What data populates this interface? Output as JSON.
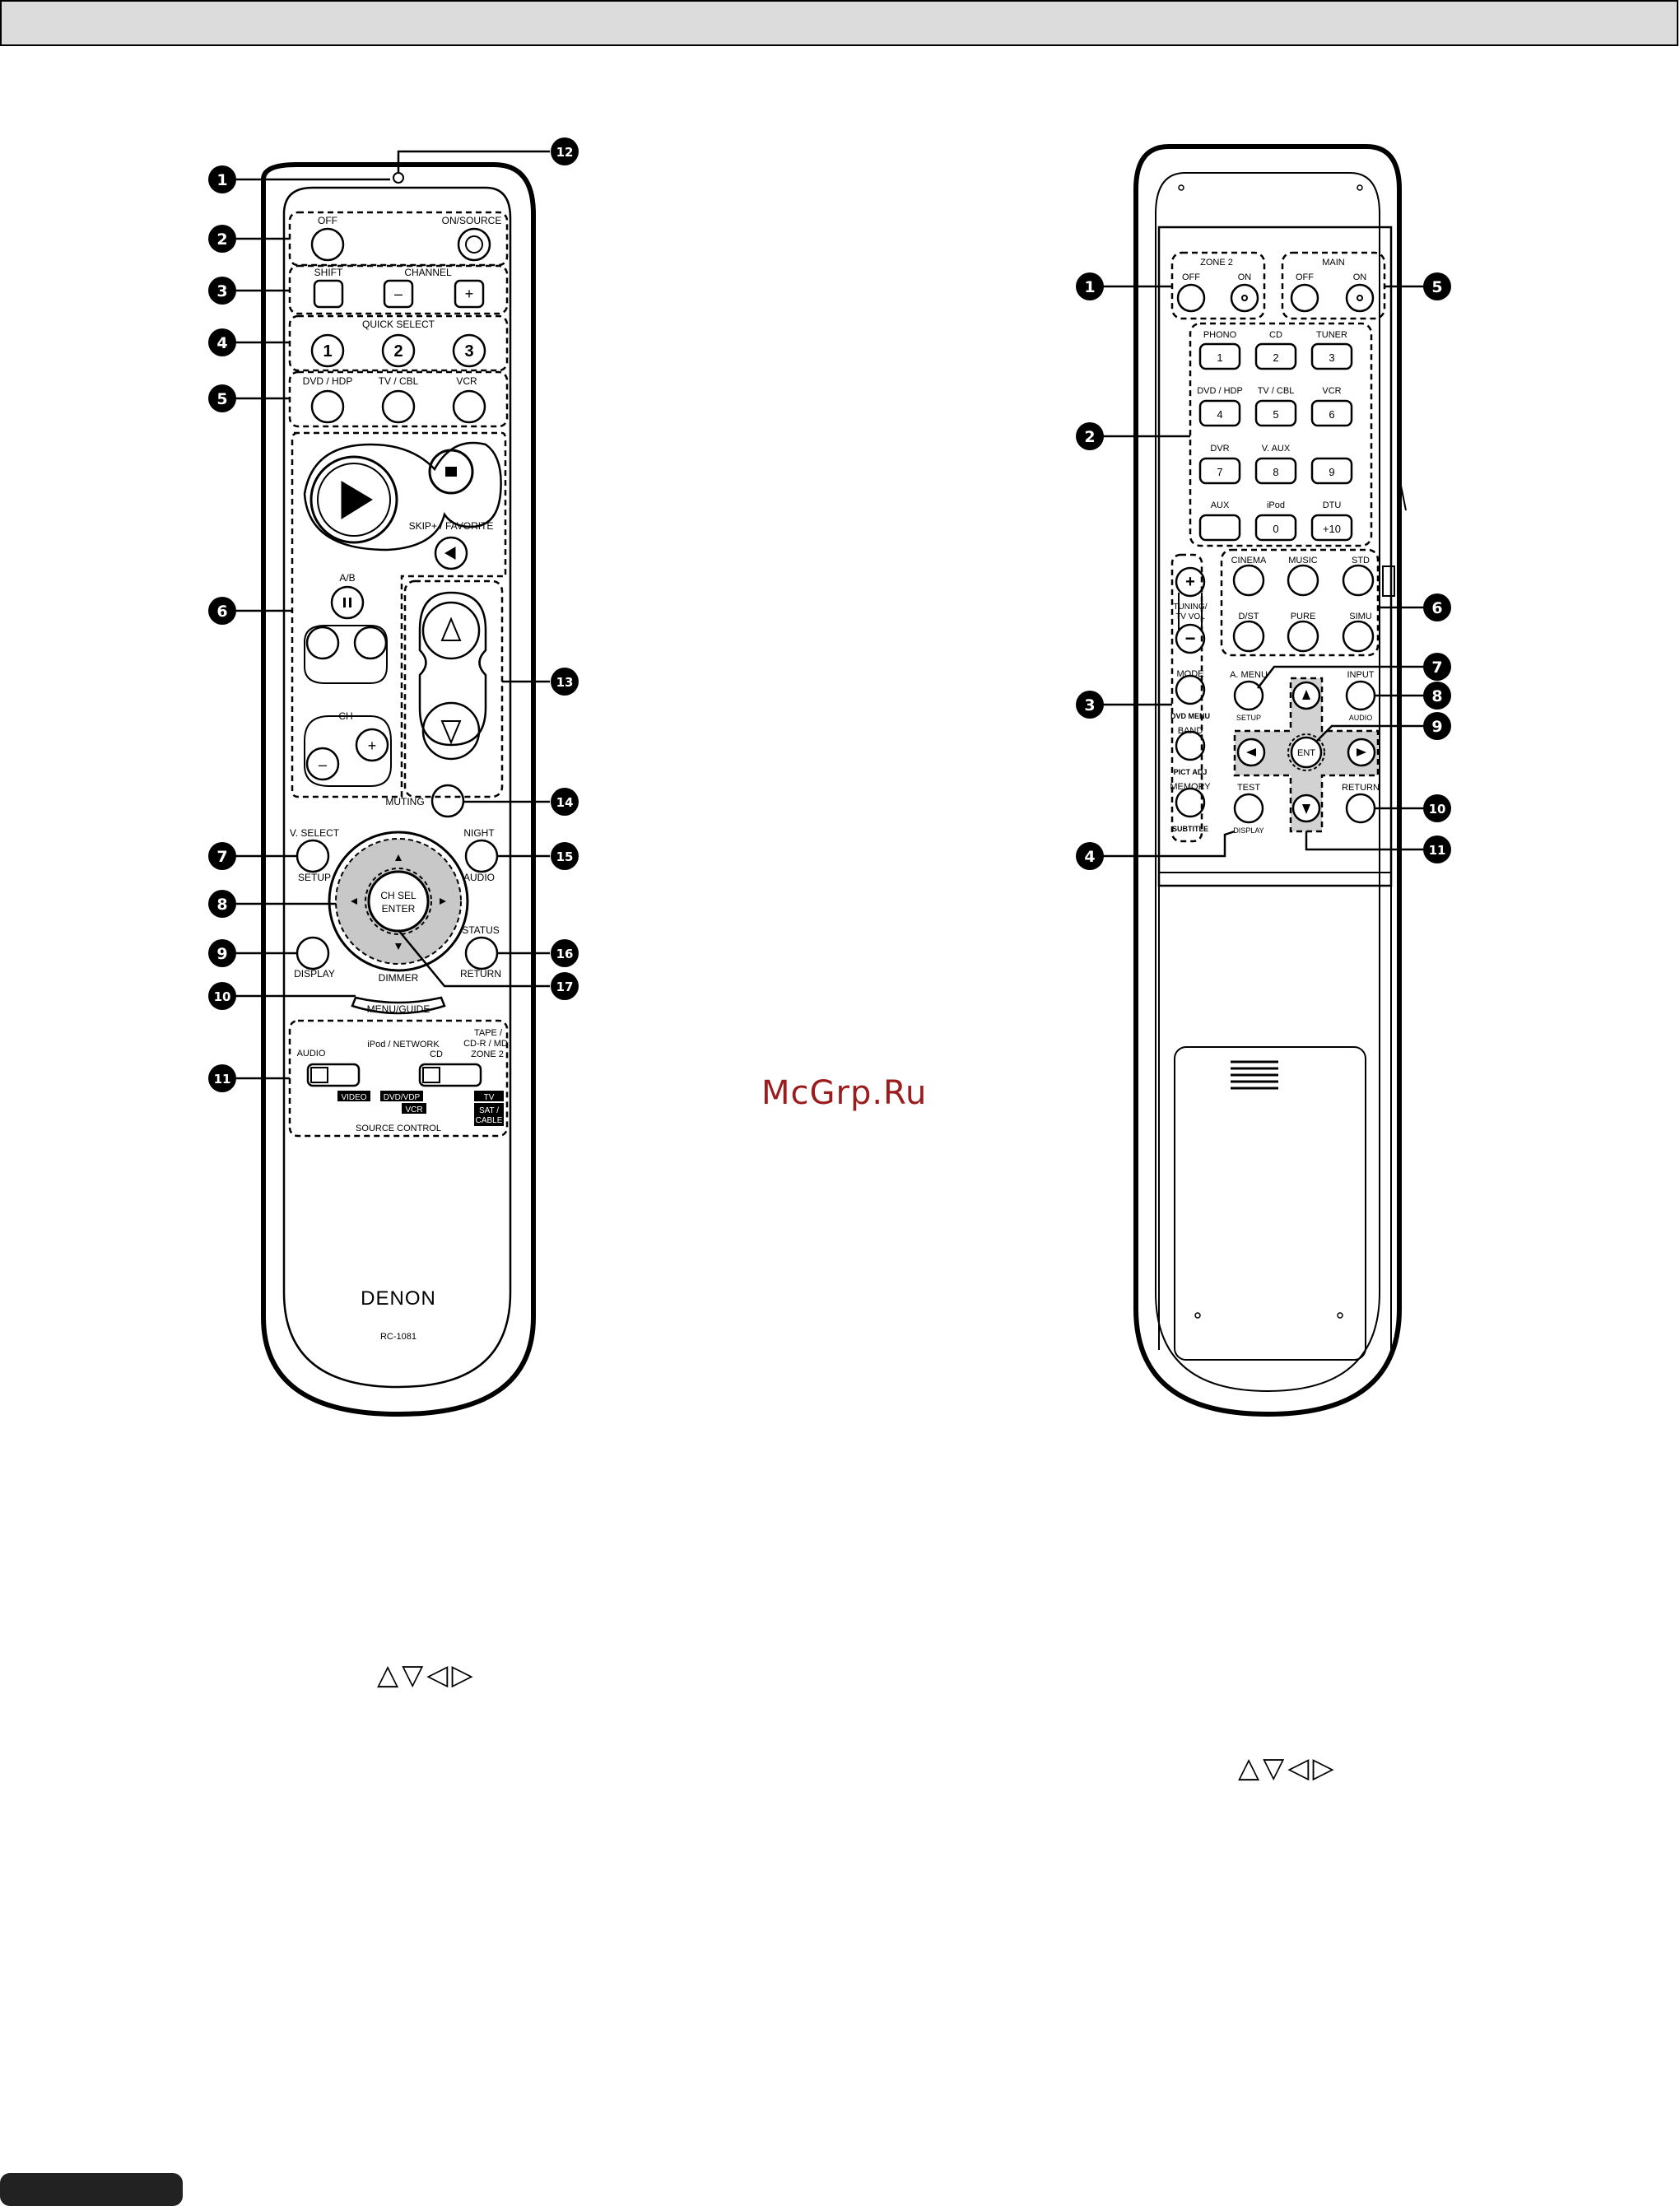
{
  "watermark": "McGrp.Ru",
  "arrow_symbols": "△▽◁▷",
  "left_remote": {
    "brand": "DENON",
    "model": "RC-1081",
    "callouts": [
      "1",
      "2",
      "3",
      "4",
      "5",
      "6",
      "7",
      "8",
      "9",
      "10",
      "11",
      "12",
      "13",
      "14",
      "15",
      "16",
      "17"
    ],
    "labels": {
      "off": "OFF",
      "on_source": "ON/SOURCE",
      "shift": "SHIFT",
      "channel": "CHANNEL",
      "minus": "–",
      "plus": "+",
      "quick_select": "QUICK SELECT",
      "q1": "1",
      "q2": "2",
      "q3": "3",
      "dvd_hdp": "DVD / HDP",
      "tv_cbl": "TV / CBL",
      "vcr": "VCR",
      "skip_favorite": "SKIP+ / FAVORITE",
      "ab": "A/B",
      "ch": "CH",
      "muting": "MUTING",
      "v_select": "V. SELECT",
      "setup": "SETUP",
      "night": "NIGHT",
      "audio": "AUDIO",
      "ch_sel": "CH SEL",
      "enter": "ENTER",
      "display": "DISPLAY",
      "status": "STATUS",
      "return": "RETURN",
      "dimmer": "DIMMER",
      "menu_guide": "MENU/GUIDE",
      "sw_audio": "AUDIO",
      "sw_ipod_network": "iPod / NETWORK",
      "sw_tape": "TAPE /",
      "sw_cdr_md": "CD-R / MD",
      "sw_cd": "CD",
      "sw_zone2": "ZONE 2",
      "sw_video": "VIDEO",
      "sw_dvd_vdp": "DVD/VDP",
      "sw_vcr": "VCR",
      "sw_tv": "TV",
      "sw_sat": "SAT /",
      "sw_cable": "CABLE",
      "source_control": "SOURCE CONTROL"
    }
  },
  "right_remote": {
    "callouts": [
      "1",
      "2",
      "3",
      "4",
      "5",
      "6",
      "7",
      "8",
      "9",
      "10",
      "11"
    ],
    "labels": {
      "zone2": "ZONE 2",
      "main": "MAIN",
      "off": "OFF",
      "on": "ON",
      "phono": "PHONO",
      "cd": "CD",
      "tuner": "TUNER",
      "dvd_hdp": "DVD / HDP",
      "tv_cbl": "TV / CBL",
      "vcr": "VCR",
      "dvr": "DVR",
      "v_aux": "V. AUX",
      "aux": "AUX",
      "ipod": "iPod",
      "dtu": "DTU",
      "n1": "1",
      "n2": "2",
      "n3": "3",
      "n4": "4",
      "n5": "5",
      "n6": "6",
      "n7": "7",
      "n8": "8",
      "n9": "9",
      "n0": "0",
      "n10": "+10",
      "cinema": "CINEMA",
      "music": "MUSIC",
      "std": "STD",
      "dst": "D/ST",
      "pure": "PURE",
      "simu": "SIMU",
      "tuning_tvvol": "TUNING/",
      "tvvol": "TV VOL",
      "mode": "MODE",
      "dvd_menu": "DVD MENU",
      "band": "BAND",
      "pict_adj": "PICT ADJ",
      "memory": "MEMORY",
      "subtitle": "SUBTITLE",
      "a_menu": "A. MENU",
      "setup": "SETUP",
      "input": "INPUT",
      "audio": "AUDIO",
      "ent": "ENT",
      "test": "TEST",
      "display": "DISPLAY",
      "return": "RETURN"
    }
  }
}
